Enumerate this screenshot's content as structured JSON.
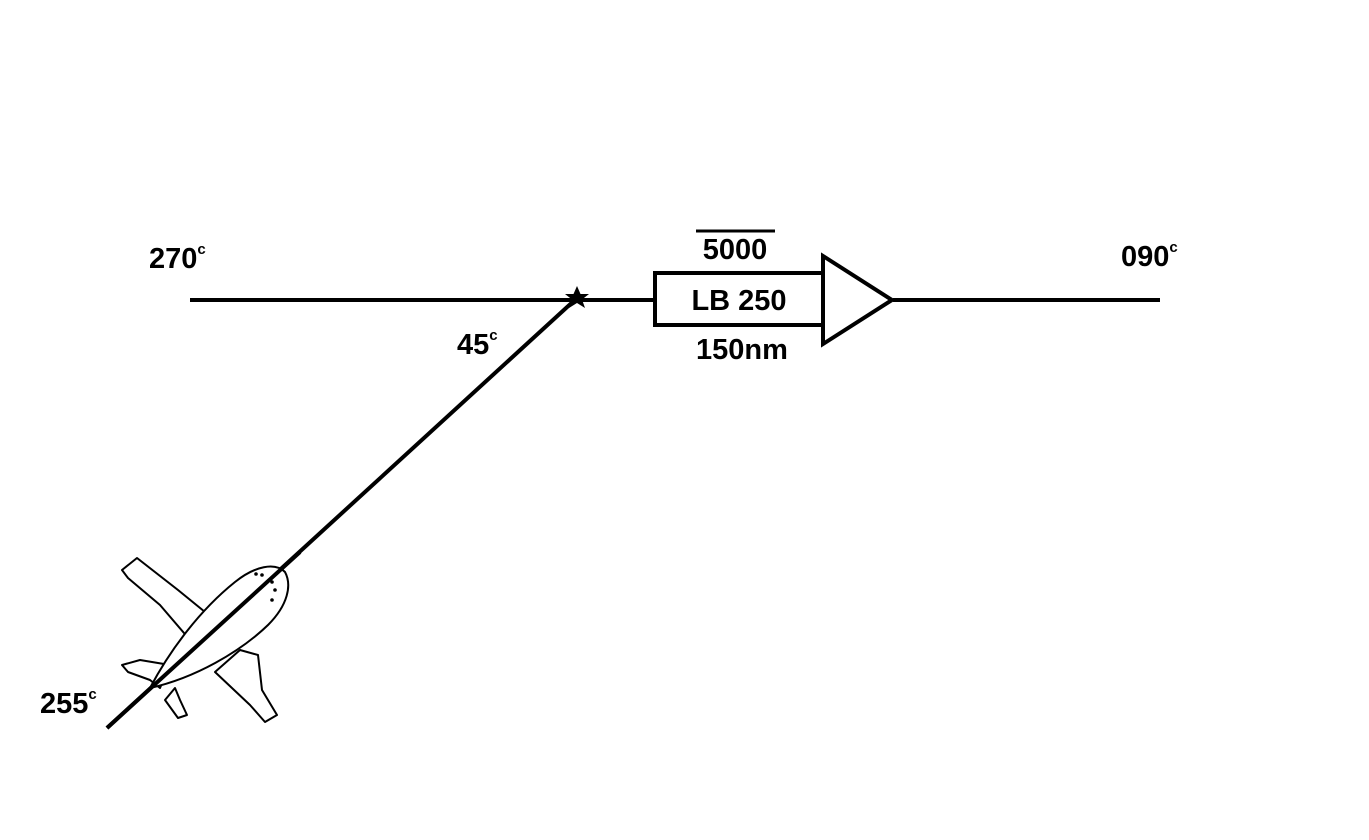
{
  "headings": {
    "outbound_west": {
      "value": "270",
      "suffix": "c"
    },
    "outbound_east": {
      "value": "090",
      "suffix": "c"
    },
    "intercept_angle": {
      "value": "45",
      "suffix": "c"
    },
    "aircraft_heading": {
      "value": "255",
      "suffix": "c"
    }
  },
  "holding_fix": {
    "altitude": "5000",
    "name": "LB 250",
    "distance": "150nm"
  },
  "icons": [
    "star-fix-icon",
    "airplane-icon",
    "arrow-triangle-icon"
  ],
  "colors": {
    "stroke": "#000000",
    "background": "#ffffff"
  }
}
